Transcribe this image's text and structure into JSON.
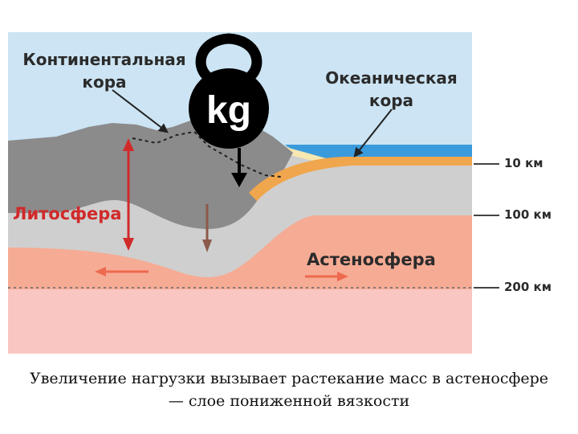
{
  "labels": {
    "continental_crust": [
      "Континентальная",
      "кора"
    ],
    "oceanic_crust": [
      "Океаническая",
      "кора"
    ],
    "lithosphere": "Литосфера",
    "asthenosphere": "Астеносфера",
    "weight": "kg"
  },
  "depths": [
    "10 км",
    "100 км",
    "200 км"
  ],
  "caption": {
    "line1": "Увеличение нагрузки вызывает растекание масс  в астеносфере",
    "line2": "— слое пониженной вязкости"
  },
  "colors": {
    "sky": "#cce4f3",
    "ocean": "#3a9bdc",
    "continental_crust": "#8b8b8b",
    "lithosphere": "#cfcfcf",
    "oceanic_crust": "#f0a64c",
    "asthenosphere": "#f6ab94",
    "mantle": "#f9c6c2",
    "lithosphere_label": "#d12a2a",
    "asthenosphere_label": "#2b2b2b",
    "weight": "#000000"
  }
}
